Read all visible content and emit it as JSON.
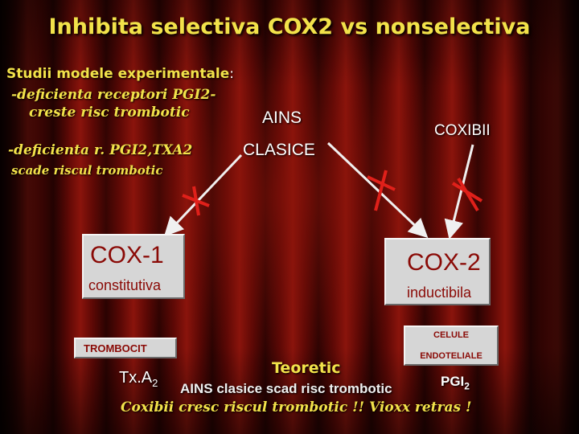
{
  "title": "Inhibita selectiva COX2 vs nonselectiva",
  "studies": {
    "heading": "Studii modele experimentale",
    "heading_colon": ":",
    "line1": "-deficienta receptori PGI2-",
    "line2": "creste risc trombotic",
    "line3": "-deficienta r. PGI2,TXA2",
    "line4": "scade riscul trombotic"
  },
  "labels": {
    "ains": "AINS",
    "clasice": "CLASICE",
    "coxibii": "COXIBII"
  },
  "cox1": {
    "name": "COX-1",
    "type": "constitutiva"
  },
  "cox2": {
    "name": "COX-2",
    "type": "inductibila"
  },
  "trombocit": "TROMBOCIT",
  "celule": {
    "line1": "CELULE",
    "line2": "ENDOTELIALE"
  },
  "bottom": {
    "teoretic": "Teoretic",
    "txa_base": "Tx.A",
    "txa_sub": "2",
    "ains_line": "AINS clasice scad risc trombotic",
    "pgi_base": "PGI",
    "pgi_sub": "2",
    "coxibii_line": "Coxibii cresc riscul trombotic !! Vioxx retras !"
  },
  "colors": {
    "title": "#f2e24a",
    "box_text": "#8a0a06",
    "box_bg": "#d6d6d6",
    "inhibition_mark": "#e0201a"
  }
}
